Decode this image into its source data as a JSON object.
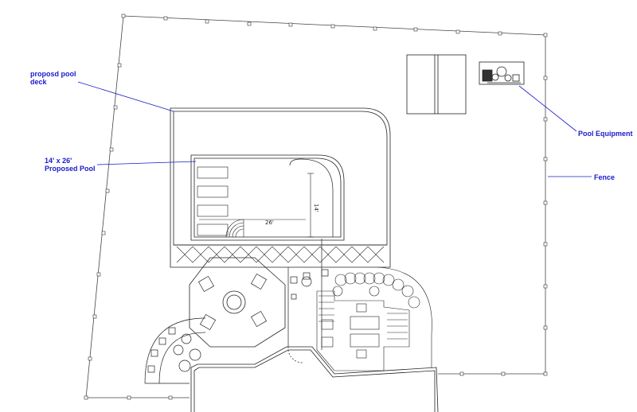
{
  "annotations": {
    "pool_deck": "proposd pool\ndeck",
    "pool": "14' x 26'\nProposed Pool",
    "pool_equipment": "Pool Equipment",
    "fence": "Fence"
  },
  "dimensions": {
    "pool_length": "26'",
    "pool_width": "14'"
  },
  "colors": {
    "annotation": "#1a1acd",
    "linework": "#222222",
    "background": "#ffffff"
  }
}
